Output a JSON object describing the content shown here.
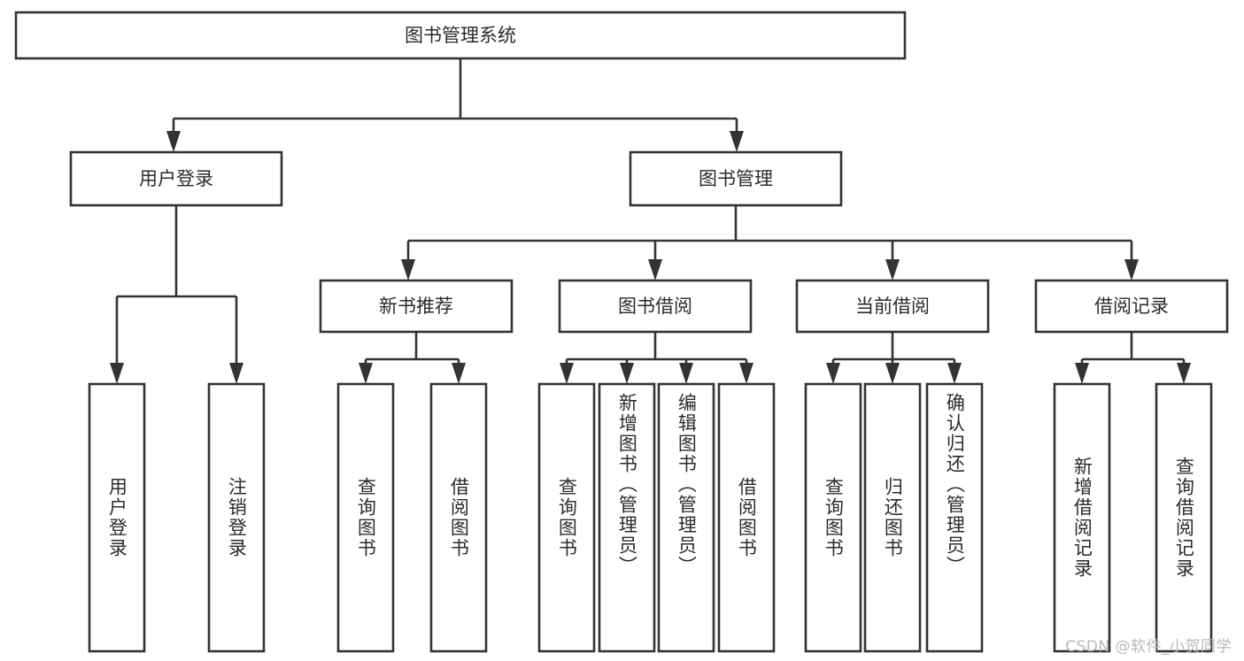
{
  "diagram": {
    "title": "图书管理系统",
    "type": "tree-hierarchy",
    "orientation": "top-down",
    "colors": {
      "box_stroke": "#333333",
      "box_fill": "#ffffff",
      "text": "#2b2b2b",
      "background": "#ffffff",
      "watermark": "#b9b9b9"
    },
    "root": {
      "id": "root",
      "label": "图书管理系统"
    },
    "level2": [
      {
        "id": "user-login",
        "label": "用户登录"
      },
      {
        "id": "book-management",
        "label": "图书管理"
      }
    ],
    "level3": [
      {
        "id": "new-book-recommend",
        "label": "新书推荐",
        "parent": "book-management"
      },
      {
        "id": "book-borrow",
        "label": "图书借阅",
        "parent": "book-management"
      },
      {
        "id": "current-borrow",
        "label": "当前借阅",
        "parent": "book-management"
      },
      {
        "id": "borrow-record",
        "label": "借阅记录",
        "parent": "book-management"
      }
    ],
    "leaves": {
      "user-login": [
        {
          "id": "leaf-user-login",
          "label": "用户登录"
        },
        {
          "id": "leaf-user-logout",
          "label": "注销登录"
        }
      ],
      "new-book-recommend": [
        {
          "id": "leaf-query-book-1",
          "label": "查询图书"
        },
        {
          "id": "leaf-borrow-book-1",
          "label": "借阅图书"
        }
      ],
      "book-borrow": [
        {
          "id": "leaf-query-book-2",
          "label": "查询图书"
        },
        {
          "id": "leaf-add-book",
          "label": "新增图书（管理员）"
        },
        {
          "id": "leaf-edit-book",
          "label": "编辑图书（管理员）"
        },
        {
          "id": "leaf-borrow-book-2",
          "label": "借阅图书"
        }
      ],
      "current-borrow": [
        {
          "id": "leaf-query-book-3",
          "label": "查询图书"
        },
        {
          "id": "leaf-return-book",
          "label": "归还图书"
        },
        {
          "id": "leaf-confirm-return",
          "label": "确认归还（管理员）"
        }
      ],
      "borrow-record": [
        {
          "id": "leaf-add-borrow-record",
          "label": "新增借阅记录"
        },
        {
          "id": "leaf-query-borrow-record",
          "label": "查询借阅记录"
        }
      ]
    }
  },
  "watermark": {
    "text": "CSDN @软件_小贺同学"
  }
}
